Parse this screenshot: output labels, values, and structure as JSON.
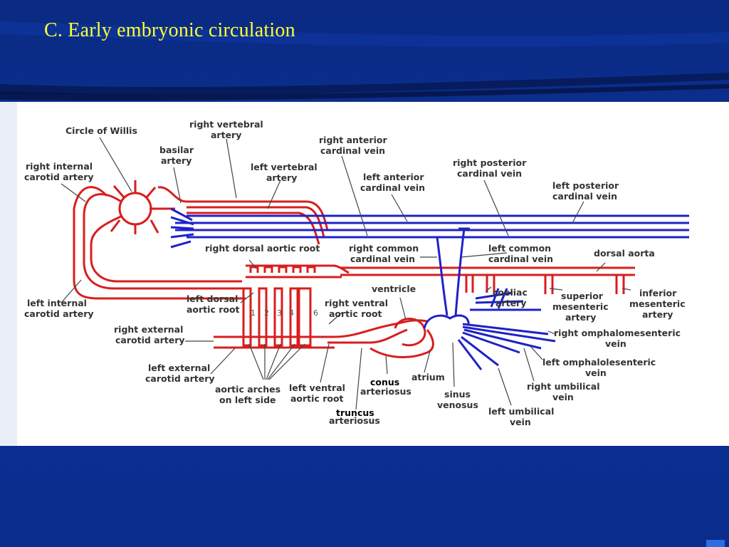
{
  "slide": {
    "title": "C. Early embryonic circulation"
  },
  "colors": {
    "background": "#0b2f8f",
    "title": "#ffff33",
    "artery": "#d81e1e",
    "vein": "#1e22c8"
  },
  "labels": {
    "circle_of_willis": "Circle of Willis",
    "right_vertebral_artery_1": "right vertebral",
    "right_vertebral_artery_2": "artery",
    "basilar_artery_1": "basilar",
    "basilar_artery_2": "artery",
    "right_internal_carotid_1": "right internal",
    "right_internal_carotid_2": "carotid artery",
    "left_vertebral_artery_1": "left vertebral",
    "left_vertebral_artery_2": "artery",
    "right_anterior_cardinal_1": "right anterior",
    "right_anterior_cardinal_2": "cardinal vein",
    "left_anterior_cardinal_1": "left anterior",
    "left_anterior_cardinal_2": "cardinal vein",
    "right_posterior_cardinal_1": "right posterior",
    "right_posterior_cardinal_2": "cardinal vein",
    "left_posterior_cardinal_1": "left posterior",
    "left_posterior_cardinal_2": "cardinal vein",
    "right_dorsal_aortic_root": "right dorsal aortic root",
    "right_common_cardinal_1": "right common",
    "right_common_cardinal_2": "cardinal vein",
    "left_common_cardinal_1": "left common",
    "left_common_cardinal_2": "cardinal vein",
    "dorsal_aorta": "dorsal aorta",
    "left_internal_carotid_1": "left internal",
    "left_internal_carotid_2": "carotid artery",
    "left_dorsal_aortic_root_1": "left dorsal",
    "left_dorsal_aortic_root_2": "aortic root",
    "ventricle": "ventricle",
    "right_ventral_aortic_root_1": "right ventral",
    "right_ventral_aortic_root_2": "aortic root",
    "coeliac_artery_1": "coeliac",
    "coeliac_artery_2": "artery",
    "superior_mesenteric_1": "superior",
    "superior_mesenteric_2": "mesenteric",
    "superior_mesenteric_3": "artery",
    "inferior_mesenteric_1": "inferior",
    "inferior_mesenteric_2": "mesenteric",
    "inferior_mesenteric_3": "artery",
    "right_external_carotid_1": "right external",
    "right_external_carotid_2": "carotid artery",
    "right_omphalomesenteric_1": "right omphalomesenteric",
    "right_omphalomesenteric_2": "vein",
    "left_external_carotid_1": "left external",
    "left_external_carotid_2": "carotid artery",
    "left_omphalolesenteric_1": "left omphalolesenteric",
    "left_omphalolesenteric_2": "vein",
    "conus_arteriosus_1": "conus",
    "conus_arteriosus_2": "arteriosus",
    "atrium": "atrium",
    "right_umbilical_1": "right umbilical",
    "right_umbilical_2": "vein",
    "aortic_arches_1": "aortic arches",
    "aortic_arches_2": "on left side",
    "left_ventral_aortic_root_1": "left ventral",
    "left_ventral_aortic_root_2": "aortic root",
    "sinus_venosus_1": "sinus",
    "sinus_venosus_2": "venosus",
    "left_umbilical_1": "left umbilical",
    "left_umbilical_2": "vein",
    "truncus_arteriosus_1": "truncus",
    "truncus_arteriosus_2": "arteriosus"
  },
  "arch_numbers": [
    "1",
    "2",
    "3",
    "4",
    "6"
  ]
}
